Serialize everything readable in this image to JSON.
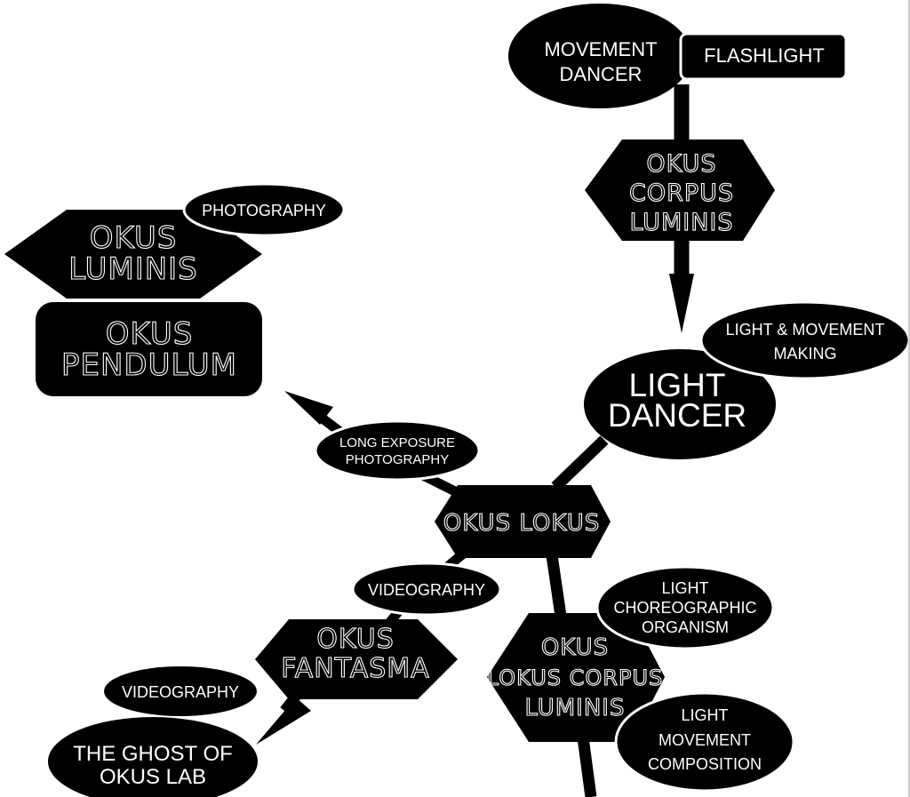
{
  "nodes": {
    "movement_dancer": [
      "MOVEMENT",
      "DANCER"
    ],
    "flashlight": [
      "FLASHLIGHT"
    ],
    "okus_corpus_luminis": [
      "OKUS",
      "CORPUS",
      "LUMINIS"
    ],
    "light_movement_making": [
      "LIGHT & MOVEMENT",
      "MAKING"
    ],
    "light_dancer": [
      "LIGHT",
      "DANCER"
    ],
    "photography": [
      "PHOTOGRAPHY"
    ],
    "okus_luminis": [
      "OKUS",
      "LUMINIS"
    ],
    "okus_pendulum": [
      "OKUS",
      "PENDULUM"
    ],
    "long_exposure_photography": [
      "LONG EXPOSURE",
      "PHOTOGRAPHY"
    ],
    "okus_lokus": [
      "OKUS LOKUS"
    ],
    "videography_1": [
      "VIDEOGRAPHY"
    ],
    "okus_fantasma": [
      "OKUS",
      "FANTASMA"
    ],
    "videography_2": [
      "VIDEOGRAPHY"
    ],
    "ghost_of_okus_lab": [
      "THE GHOST OF",
      "OKUS LAB"
    ],
    "okus_lokus_corpus_luminis": [
      "OKUS",
      "LOKUS CORPUS",
      "LUMINIS"
    ],
    "light_choreographic_organism": [
      "LIGHT",
      "CHOREOGRAPHIC",
      "ORGANISM"
    ],
    "light_movement_composition": [
      "LIGHT",
      "MOVEMENT",
      "COMPOSITION"
    ]
  },
  "colors": {
    "node_fill": "#000000",
    "text": "#ffffff",
    "background": "#ffffff"
  }
}
